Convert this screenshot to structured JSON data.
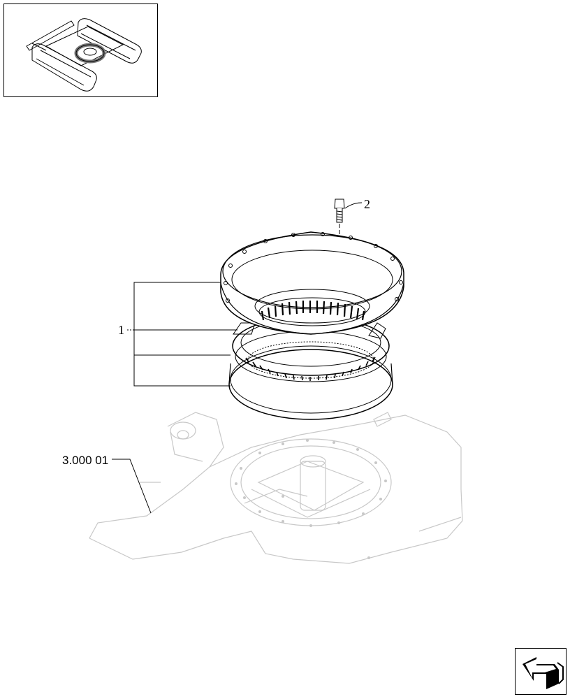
{
  "callouts": {
    "item_1": "1",
    "item_2": "2"
  },
  "reference": {
    "label": "3.000 01"
  },
  "icons": {
    "overview_thumbnail": "excavator-undercarriage-icon",
    "navigation": "return-arrow-icon"
  },
  "colors": {
    "line": "#000000",
    "ghost_line": "#c8c8c8",
    "background": "#ffffff"
  }
}
